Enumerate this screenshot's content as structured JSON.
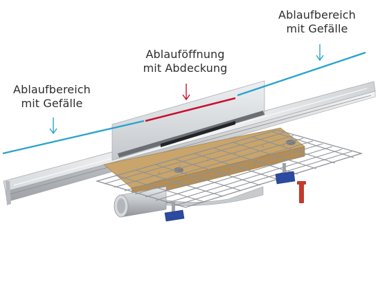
{
  "labels": {
    "left": {
      "line1": "Ablaufbereich",
      "line2": "mit Gefälle"
    },
    "middle": {
      "line1": "Ablauföffnung",
      "line2": "mit Abdeckung"
    },
    "right": {
      "line1": "Ablaufbereich",
      "line2": "mit Gefälle"
    }
  },
  "colors": {
    "slope_line": "#2aa3cc",
    "opening_line": "#c8102e",
    "steel": "#c9ccd0",
    "insulation": "#c9a56b",
    "grid": "#8e9196",
    "support_blue": "#2b4aa0",
    "anchor_red": "#c23a2b"
  },
  "icons": [
    "arrow-down-icon"
  ]
}
